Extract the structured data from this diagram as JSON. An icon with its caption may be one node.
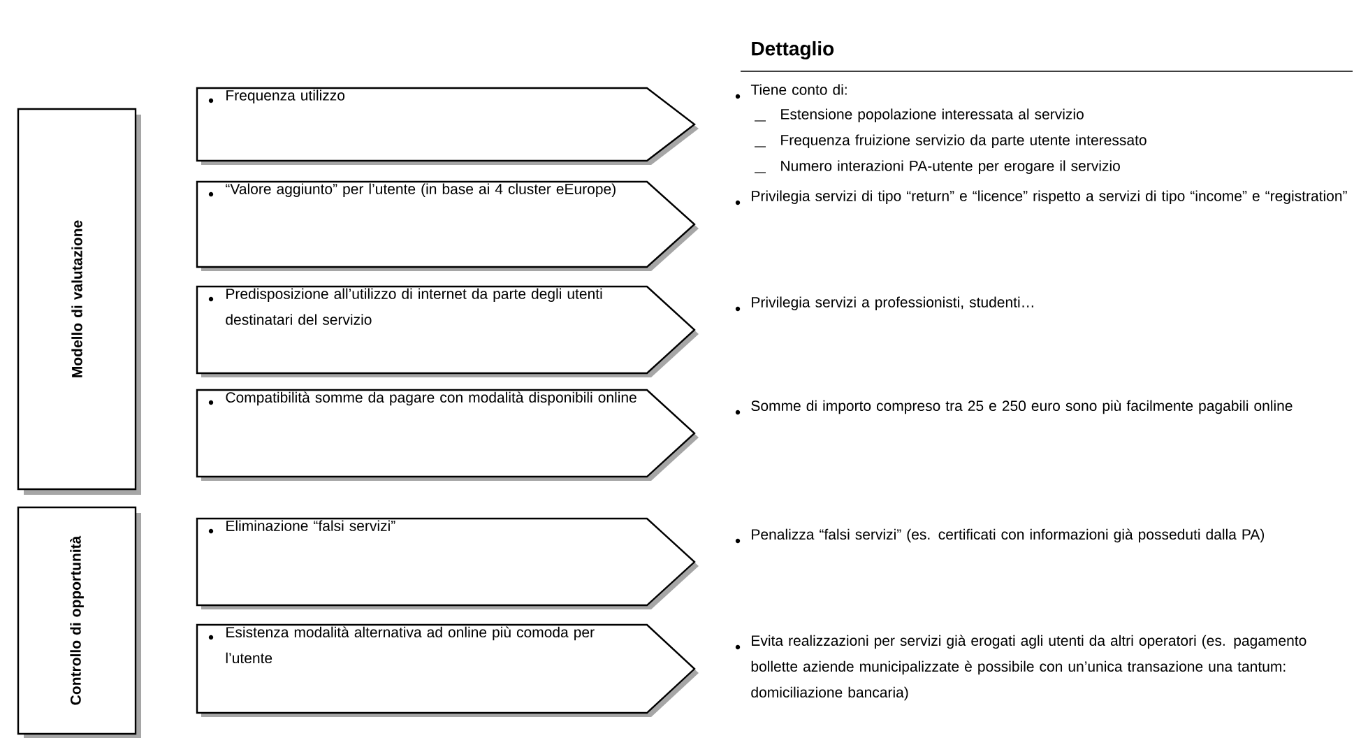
{
  "diagram": {
    "title": "Dettaglio",
    "nodes": [
      {
        "text": [
          "Modello di valutazione"
        ]
      },
      {
        "text": [
          "Controllo di opportunità"
        ]
      },
      {
        "text": [
          "Frequenza utilizzo"
        ],
        "beside": [
          "Tiene conto di:",
          "Estensione popolazione interessata al servizio",
          "Frequenza fruizione servizio da parte utente interessato",
          "Numero interazioni PA-utente per erogare il servizio"
        ]
      },
      {
        "text": [
          "“Valore aggiunto” per l’utente (in base ai 4 cluster eEurope)"
        ],
        "beside": [
          "Privilegia servizi di tipo “return” e “licence” rispetto a servizi di tipo “income” e “registration”"
        ]
      },
      {
        "text": [
          "Predisposizione all’utilizzo di internet da parte degli utenti destinatari del servizio"
        ],
        "beside": [
          "Privilegia servizi a professionisti, studenti…"
        ]
      },
      {
        "text": [
          "Compatibilità somme da pagare con modalità disponibili online"
        ],
        "beside": [
          "Somme di importo compreso tra 25 e 250 euro sono più facilmente pagabili online"
        ]
      },
      {
        "text": [
          "Eliminazione “falsi servizi”"
        ],
        "beside": [
          "Penalizza “falsi servizi” (es. certificati con informazioni già posseduti dalla PA)"
        ]
      },
      {
        "text": [
          "Esistenza modalità alternativa ad online più comoda per l’utente"
        ],
        "beside": [
          "Evita realizzazioni per servizi già erogati agli utenti da altri operatori (es. pagamento bollette aziende municipalizzate è possibile con un’unica transazione una tantum: domiciliazione bancaria)"
        ]
      }
    ]
  }
}
